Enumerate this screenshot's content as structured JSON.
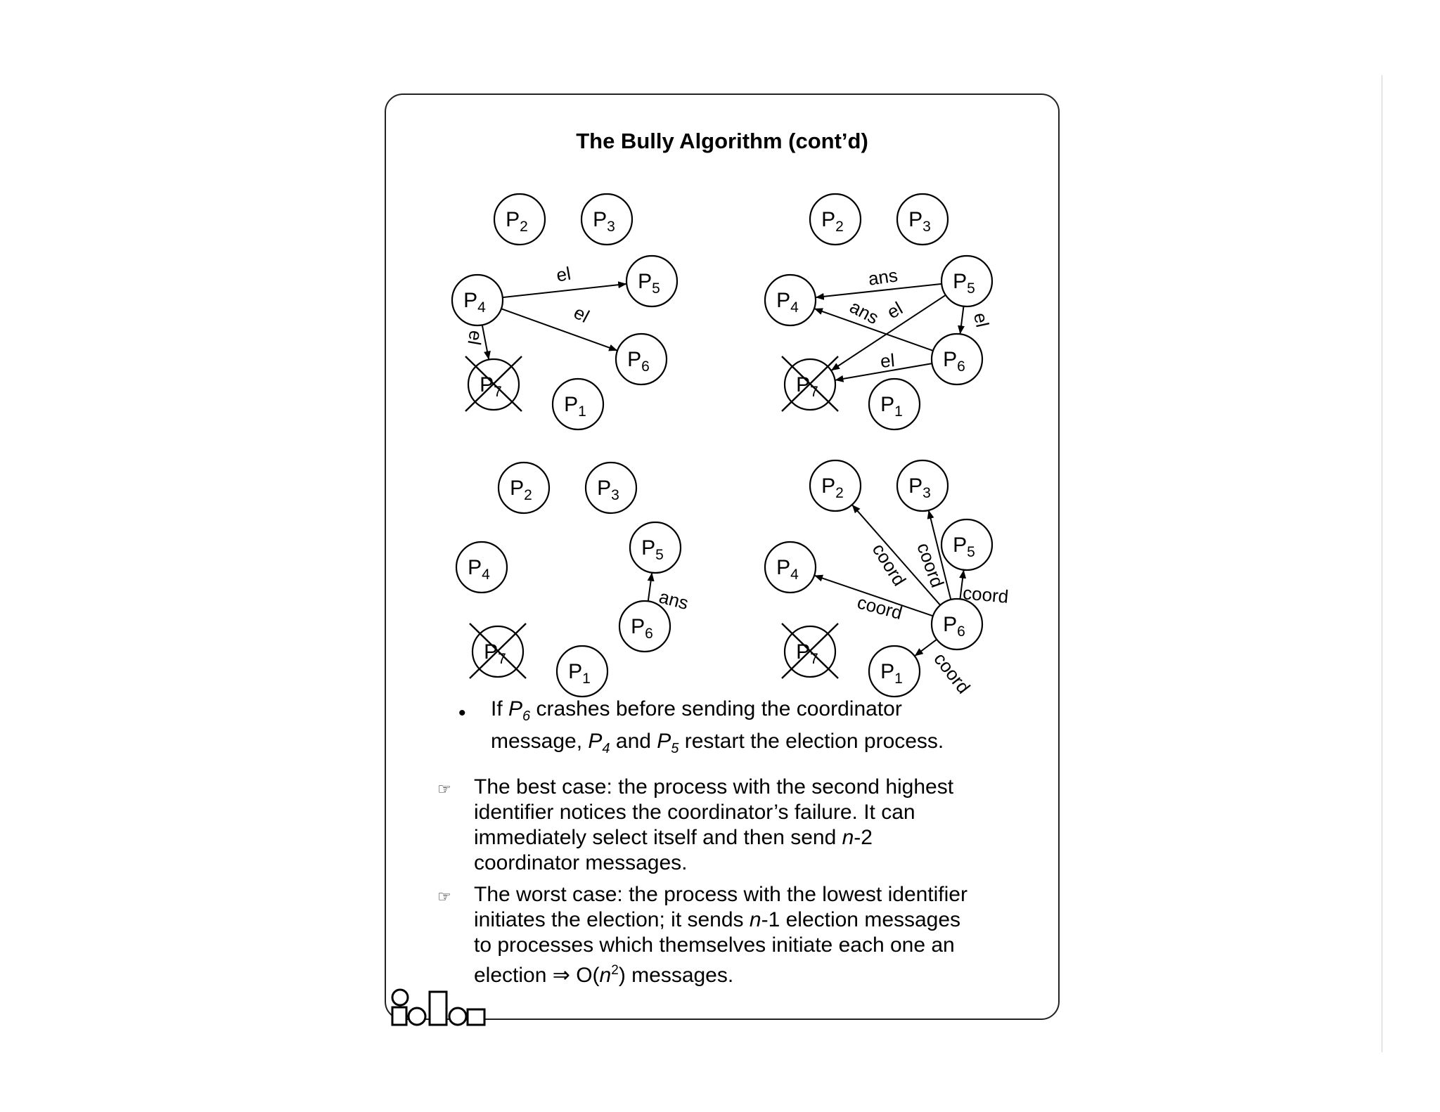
{
  "slide": {
    "title": "The Bully Algorithm (cont’d)"
  },
  "labels": {
    "el": "el",
    "ans": "ans",
    "coord": "coord"
  },
  "processes": [
    "P2",
    "P3",
    "P4",
    "P5",
    "P6",
    "P7",
    "P1"
  ],
  "bullet1": {
    "marker": "•",
    "line1_pre": "If ",
    "line1_var": "P",
    "line1_sub": "6",
    "line1_post": " crashes before sending the coordinator",
    "line2_pre": "message, ",
    "line2_var1": "P",
    "line2_sub1": "4",
    "line2_mid": " and ",
    "line2_var2": "P",
    "line2_sub2": "5",
    "line2_post": " restart the election process."
  },
  "hand_icon": "☞",
  "best_case": {
    "line1": "The best case: the process with the second highest",
    "line2": "identifier notices the coordinator’s failure. It can",
    "line3_pre": "immediately select itself and then send ",
    "line3_var": "n",
    "line3_post": "-2",
    "line4": "coordinator messages."
  },
  "worst_case": {
    "line1": "The worst case: the process with the lowest identifier",
    "line2_pre": "initiates the election; it sends ",
    "line2_var": "n",
    "line2_post": "-1 election messages",
    "line3": "to processes which themselves initiate each one an",
    "line4_pre": "election ⇒ O(",
    "line4_var": "n",
    "line4_sup": "2",
    "line4_post": ") messages."
  }
}
